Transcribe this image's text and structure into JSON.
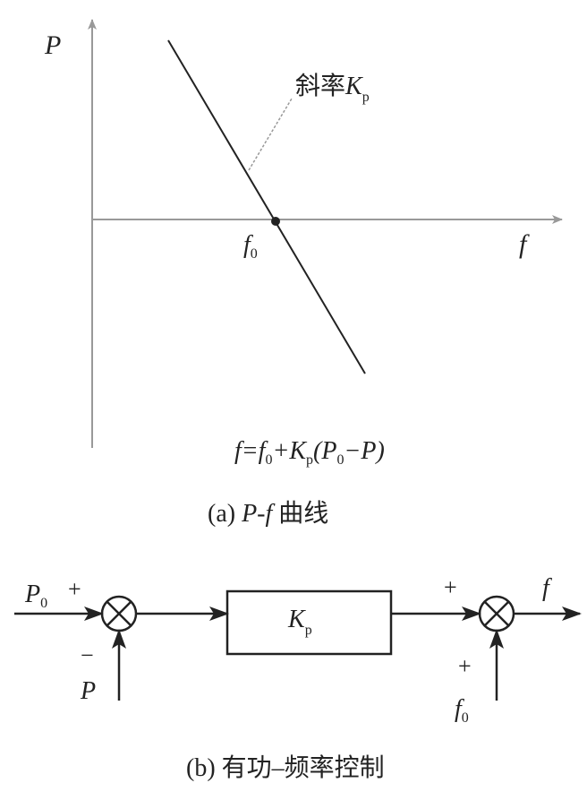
{
  "panel_a": {
    "y_axis_label": "P",
    "x_axis_label": "f",
    "origin_label": "f",
    "origin_sub": "0",
    "slope_label": "斜率",
    "slope_var": "K",
    "slope_sub": "p",
    "equation": {
      "p1": "f",
      "p2": "=f",
      "s1": "0",
      "p3": "+K",
      "s2": "p",
      "p4": "(P",
      "s3": "0",
      "p5": "−P)"
    },
    "caption_prefix": "(a) ",
    "caption_var": "P-f",
    "caption_text": " 曲线"
  },
  "panel_b": {
    "input_label": "P",
    "input_sub": "0",
    "plus1": "+",
    "minus1": "−",
    "feedback_label": "P",
    "block_label": "K",
    "block_sub": "p",
    "plus2": "+",
    "plus3": "+",
    "output_label": "f",
    "bias_label": "f",
    "bias_sub": "0",
    "caption": "(b) 有功–频率控制"
  }
}
